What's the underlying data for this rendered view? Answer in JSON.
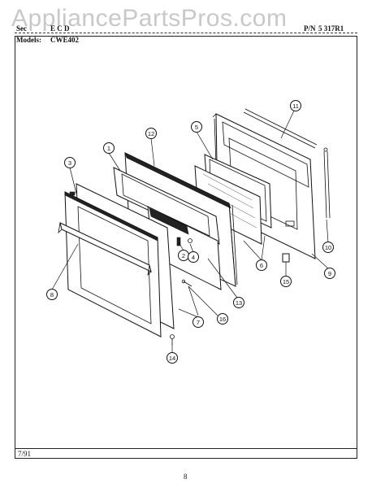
{
  "header": {
    "section_label": "Sec",
    "section_value": "E C D",
    "models_label": "Models:",
    "models_value": "CWE402",
    "pn_label": "P/N",
    "pn_value": "5 317R1"
  },
  "watermark": "AppliancePartsPros.com",
  "footer": {
    "date": "7/91"
  },
  "page_number": "8",
  "callouts": [
    {
      "number": "1"
    },
    {
      "number": "2"
    },
    {
      "number": "3"
    },
    {
      "number": "4"
    },
    {
      "number": "5"
    },
    {
      "number": "6"
    },
    {
      "number": "7"
    },
    {
      "number": "8"
    },
    {
      "number": "9"
    },
    {
      "number": "10"
    },
    {
      "number": "11"
    },
    {
      "number": "12"
    },
    {
      "number": "13"
    },
    {
      "number": "14"
    },
    {
      "number": "15"
    },
    {
      "number": "16"
    }
  ]
}
